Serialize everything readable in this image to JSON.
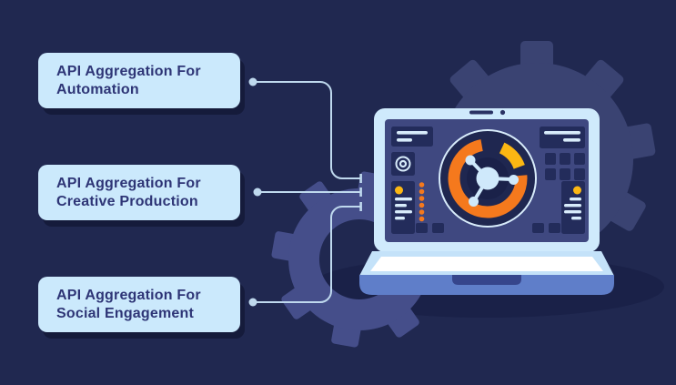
{
  "callouts": [
    {
      "line1": "API Aggregation For",
      "line2": "Automation"
    },
    {
      "line1": "API Aggregation For",
      "line2": "Creative Production"
    },
    {
      "line1": "API Aggregation For",
      "line2": "Social Engagement"
    }
  ],
  "illustration": {
    "description": "laptop showing dashboard with circular gauge and share hub",
    "icons": [
      "gear-icon",
      "laptop-icon",
      "gauge-ring-icon",
      "share-network-icon",
      "target-icon",
      "camera-dot-icon"
    ]
  },
  "colors": {
    "background": "#202850",
    "callout_fill": "#CBE9FC",
    "callout_text": "#2E3576",
    "callout_shadow": "#151B3B",
    "connector_line": "#BFD9EE",
    "gear_large": "#3A4372",
    "gear_small": "#454E8A",
    "ground_shadow": "#1A2148",
    "laptop_frame": "#CFEAFC",
    "laptop_base_front": "#5F7EC9",
    "screen_background": "#3F4880",
    "screen_panel": "#232C5B",
    "panel_line": "#D8ECFB",
    "accent_orange": "#F5791D",
    "accent_yellow": "#FBB713",
    "gauge_plate": "#1F2750"
  }
}
